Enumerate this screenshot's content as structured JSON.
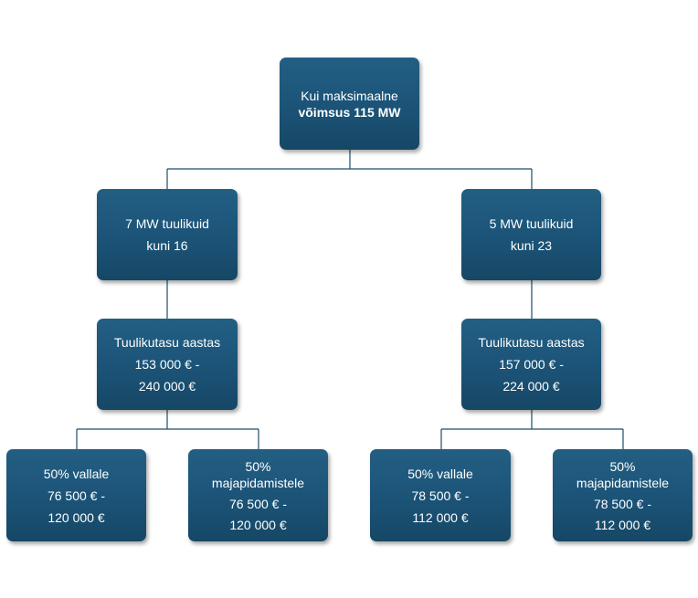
{
  "root": {
    "line1": "Kui maksimaalne",
    "line2": "võimsus 115 MW"
  },
  "left": {
    "turbines": {
      "line1": "7 MW tuulikuid",
      "line2": "kuni 16"
    },
    "fee": {
      "line1": "Tuulikutasu aastas",
      "line2": "153 000 € -",
      "line3": "240 000 €"
    },
    "municipality": {
      "line1": "50% vallale",
      "line2": "76 500 € -",
      "line3": "120 000 €"
    },
    "households": {
      "line1": "50%",
      "line2": "majapidamistele",
      "line3": "76 500 € -",
      "line4": "120 000 €"
    }
  },
  "right": {
    "turbines": {
      "line1": "5 MW tuulikuid",
      "line2": "kuni 23"
    },
    "fee": {
      "line1": "Tuulikutasu aastas",
      "line2": "157 000 € -",
      "line3": "224 000 €"
    },
    "municipality": {
      "line1": "50% vallale",
      "line2": "78 500 € -",
      "line3": "112 000 €"
    },
    "households": {
      "line1": "50%",
      "line2": "majapidamistele",
      "line3": "78 500 € -",
      "line4": "112 000 €"
    }
  },
  "colors": {
    "box_fill": "#1b5377",
    "connector": "#1f4e6b",
    "text": "#ffffff"
  }
}
